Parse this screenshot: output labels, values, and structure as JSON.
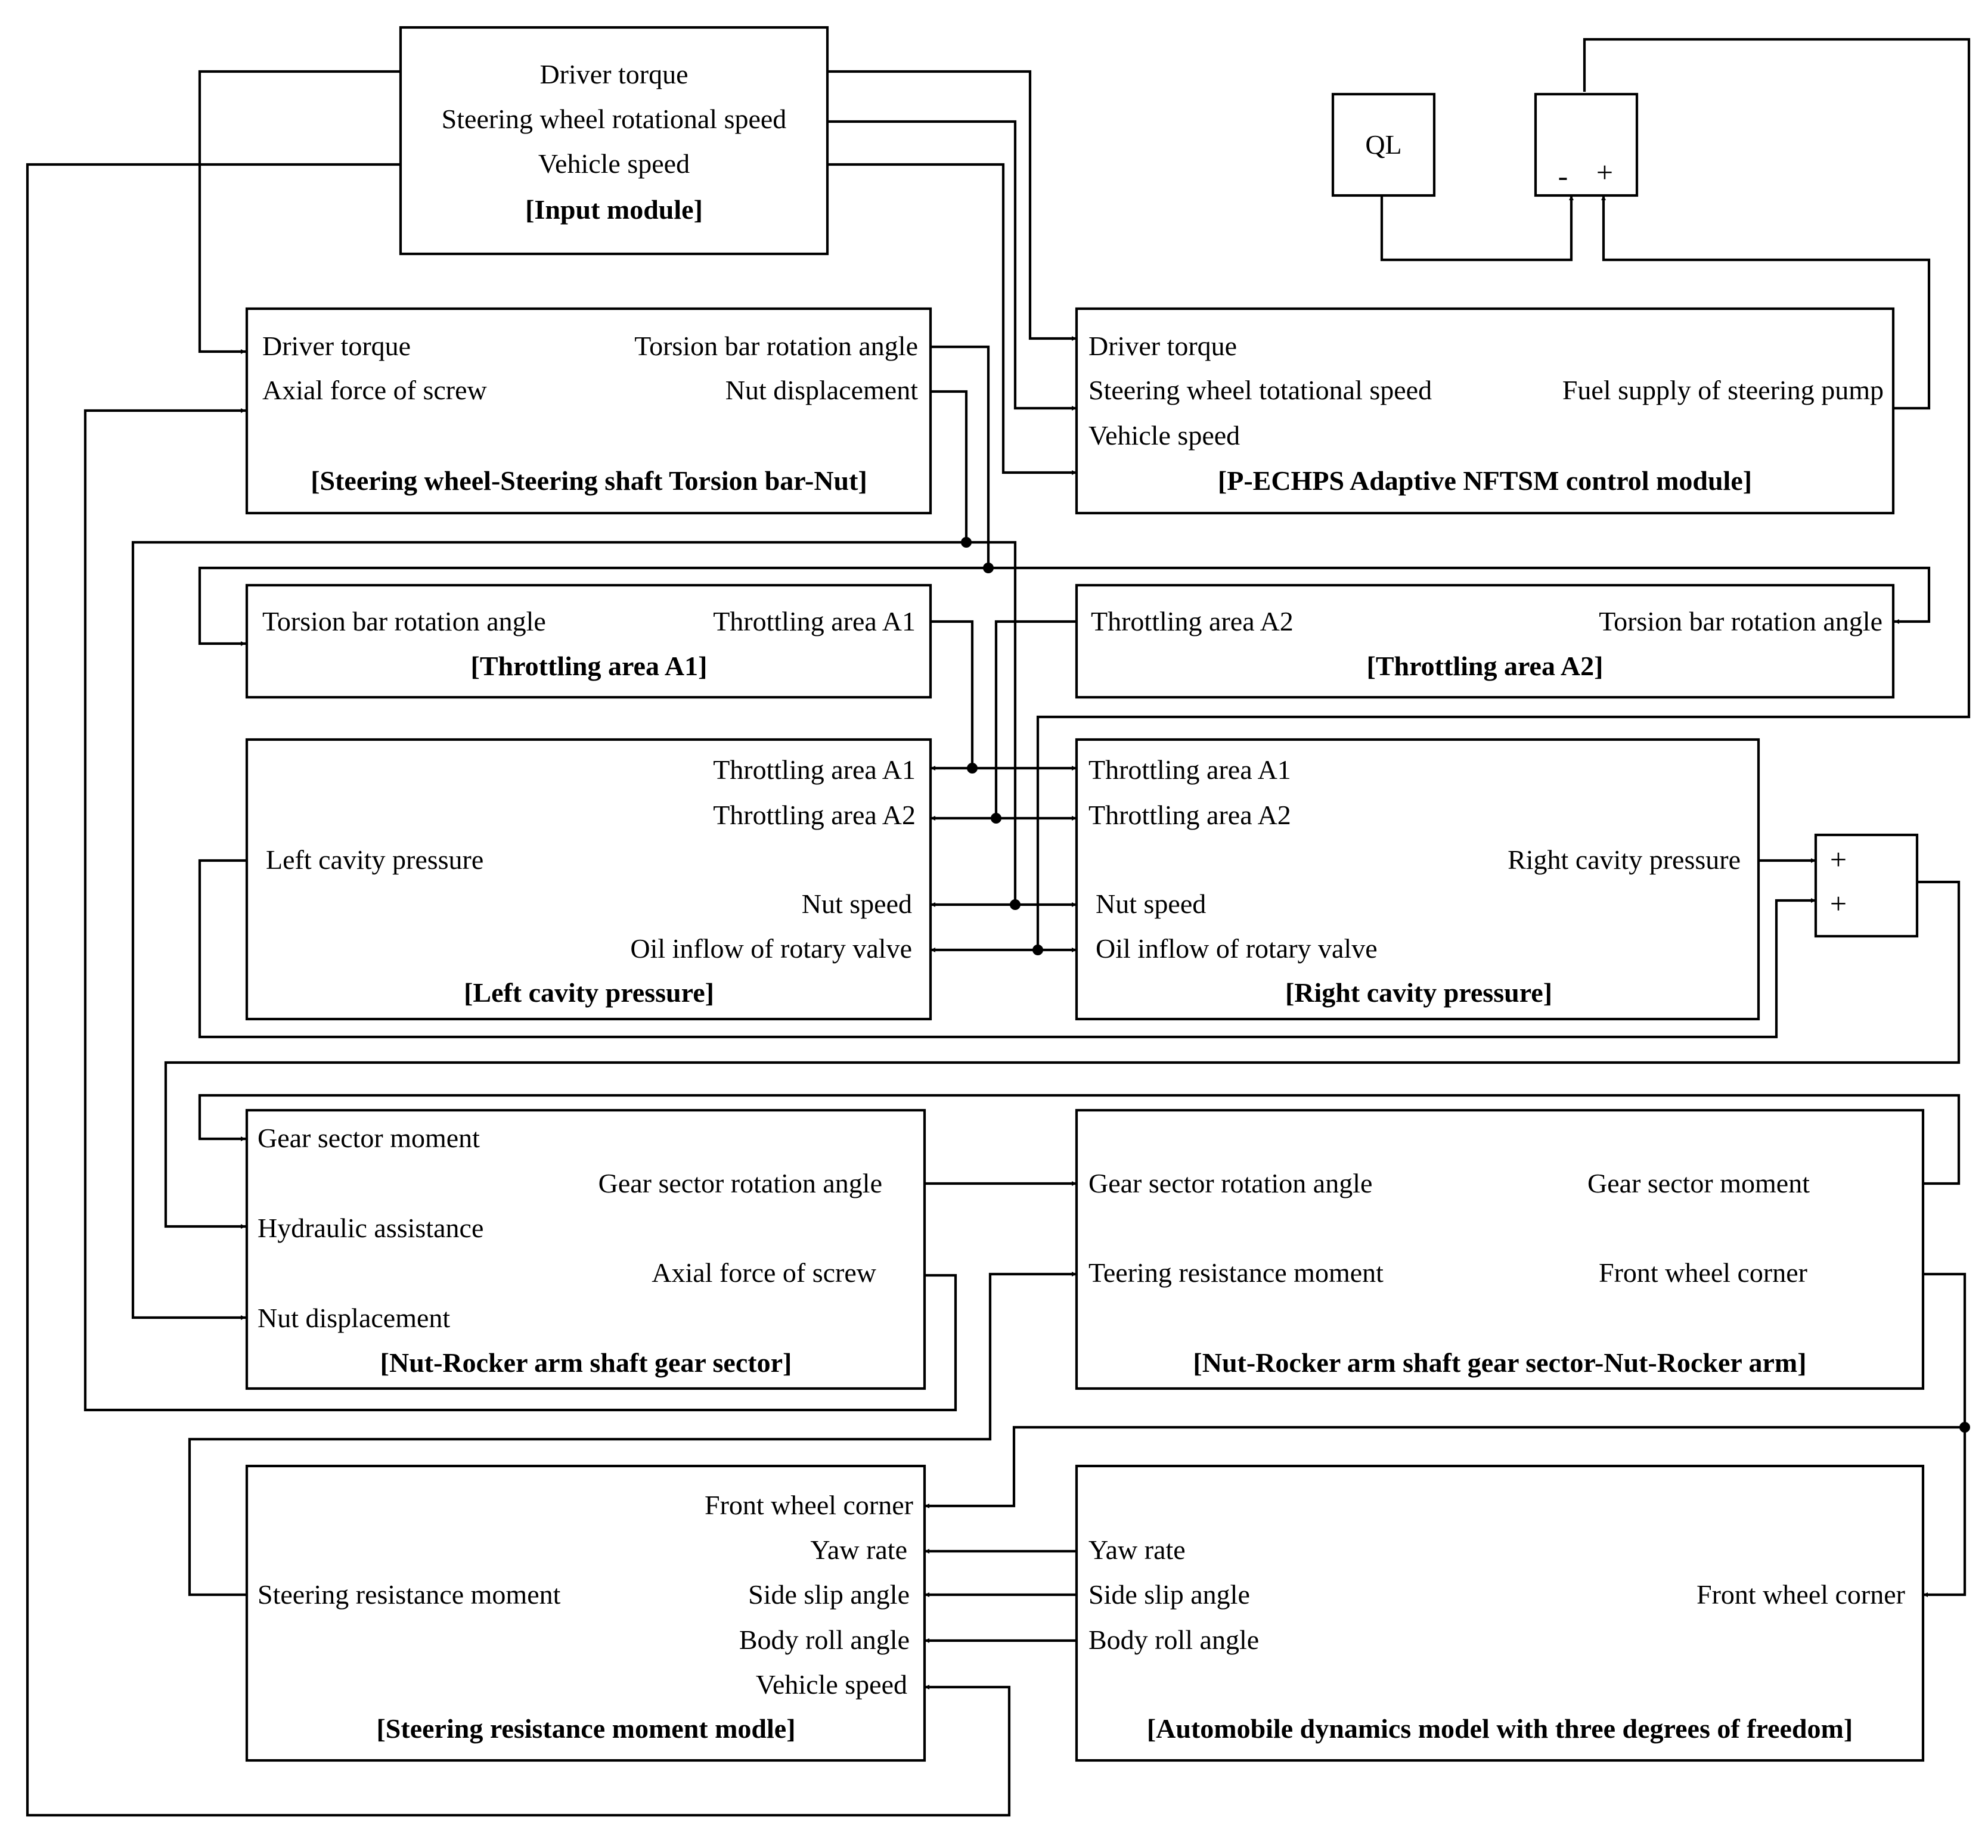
{
  "input_module": {
    "driver_torque": "Driver torque",
    "steering_wheel_speed": "Steering wheel rotational speed",
    "vehicle_speed": "Vehicle speed",
    "title": "[Input module]"
  },
  "ql_block": {
    "label": "QL"
  },
  "sum_top": {
    "minus": "-",
    "plus": "+"
  },
  "torsion_bar_nut": {
    "in_driver_torque": "Driver torque",
    "in_axial_force": "Axial force of screw",
    "out_torsion_angle": "Torsion bar rotation angle",
    "out_nut_displacement": "Nut displacement",
    "title": "[Steering wheel-Steering shaft  Torsion bar-Nut]"
  },
  "control_module": {
    "in_driver_torque": "Driver torque",
    "in_steering_speed": "Steering wheel totational speed",
    "in_vehicle_speed": "Vehicle speed",
    "out_fuel_supply": "Fuel supply of steering pump",
    "title": "[P-ECHPS Adaptive NFTSM control module]"
  },
  "throttling_a1": {
    "in_torsion_angle": "Torsion bar rotation angle",
    "out_area": "Throttling area A1",
    "title": "[Throttling area A1]"
  },
  "throttling_a2": {
    "out_area": "Throttling area A2",
    "in_torsion_angle": "Torsion bar rotation angle",
    "title": "[Throttling area A2]"
  },
  "left_cavity": {
    "area_a1": "Throttling area A1",
    "area_a2": "Throttling area A2",
    "pressure": "Left cavity pressure",
    "nut_speed": "Nut speed",
    "oil_inflow": "Oil inflow of rotary valve",
    "title": "[Left cavity pressure]"
  },
  "right_cavity": {
    "area_a1": "Throttling area A1",
    "area_a2": "Throttling area A2",
    "pressure": "Right cavity pressure",
    "nut_speed": "Nut speed",
    "oil_inflow": "Oil inflow of rotary valve",
    "title": "[Right cavity pressure]"
  },
  "sum_right": {
    "plus_top": "+",
    "plus_bottom": "+"
  },
  "gear_sector": {
    "in_gear_moment": "Gear sector moment",
    "out_rotation_angle": "Gear sector rotation angle",
    "in_hydraulic": "Hydraulic assistance",
    "out_axial_force": "Axial force of screw",
    "in_nut_displacement": "Nut displacement",
    "title": "[Nut-Rocker arm shaft gear sector]"
  },
  "rocker_arm": {
    "in_rotation_angle": "Gear sector rotation angle",
    "out_gear_moment": "Gear sector moment",
    "in_resistance": "Teering resistance moment",
    "out_front_wheel": "Front wheel corner",
    "title": "[Nut-Rocker arm shaft gear sector-Nut-Rocker arm]"
  },
  "resistance_module": {
    "in_front_wheel": "Front wheel corner",
    "in_yaw": "Yaw rate",
    "out_resistance": "Steering resistance moment",
    "in_side_slip": "Side slip angle",
    "in_roll": "Body roll angle",
    "in_vehicle_speed": "Vehicle speed",
    "title": "[Steering resistance moment modle]"
  },
  "dynamics_model": {
    "out_yaw": "Yaw rate",
    "out_side_slip": "Side slip angle",
    "out_roll": "Body roll angle",
    "in_front_wheel": "Front wheel corner",
    "title": "[Automobile dynamics model with three degrees of freedom]"
  }
}
